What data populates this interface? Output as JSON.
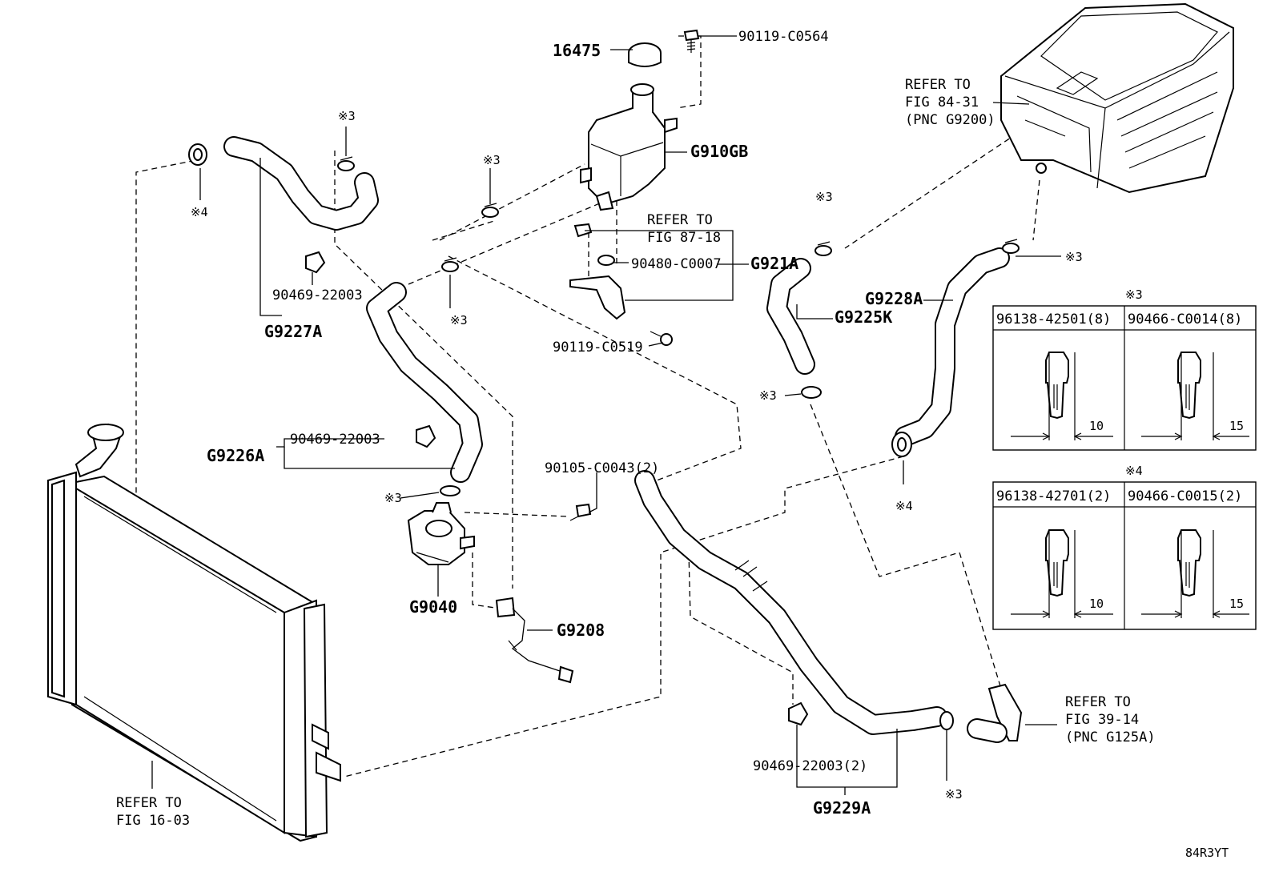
{
  "labels": {
    "p16475": "16475",
    "p90119_c0564": "90119-C0564",
    "p_refer_84_31_a": "REFER TO",
    "p_refer_84_31_b": "FIG 84-31",
    "p_refer_84_31_c": "(PNC G9200)",
    "p_g910gb": "G910GB",
    "p_refer_87_18_a": "REFER TO",
    "p_refer_87_18_b": "FIG 87-18",
    "p_90480": "90480-C0007",
    "p_g921a": "G921A",
    "p_90119_c0519": "90119-C0519",
    "p_90469_top": "90469-22003",
    "p_g9227a": "G9227A",
    "p_g9228a": "G9228A",
    "p_g9225k": "G9225K",
    "p_90469_mid": "90469-22003",
    "p_g9226a": "G9226A",
    "p_90105": "90105-C0043(2)",
    "p_g9040": "G9040",
    "p_g9208": "G9208",
    "p_90469_bot": "90469-22003(2)",
    "p_g9229a": "G9229A",
    "p_refer_16_03_a": "REFER TO",
    "p_refer_16_03_b": "FIG 16-03",
    "p_refer_39_14_a": "REFER TO",
    "p_refer_39_14_b": "FIG 39-14",
    "p_refer_39_14_c": "(PNC G125A)",
    "note3": "※3",
    "note4": "※4",
    "diagram_code": "84R3YT"
  },
  "table3": {
    "title": "※3",
    "col1": "96138-42501(8)",
    "col2": "90466-C0014(8)",
    "dim1": "10",
    "dim2": "15"
  },
  "table4": {
    "title": "※4",
    "col1": "96138-42701(2)",
    "col2": "90466-C0015(2)",
    "dim1": "10",
    "dim2": "15"
  }
}
